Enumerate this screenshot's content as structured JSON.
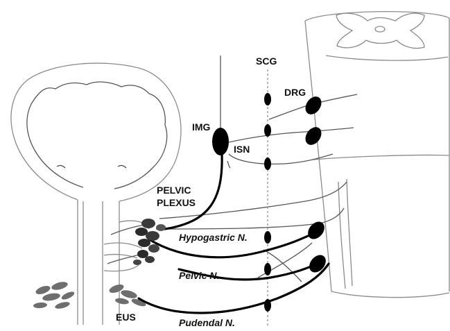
{
  "labels": {
    "scg": "SCG",
    "drg": "DRG",
    "img": "IMG",
    "isn": "ISN",
    "pelvic_plexus_line1": "PELVIC",
    "pelvic_plexus_line2": "PLEXUS",
    "hypogastric": "Hypogastric N.",
    "pelvic": "Pelvic N.",
    "pudendal": "Pudendal N.",
    "eus": "EUS"
  },
  "colors": {
    "background": "#ffffff",
    "nerve": "#000000",
    "outline": "#8a8a8a",
    "ganglion": "#000000",
    "plexus": "#2b2b2b",
    "muscle": "#707070"
  }
}
